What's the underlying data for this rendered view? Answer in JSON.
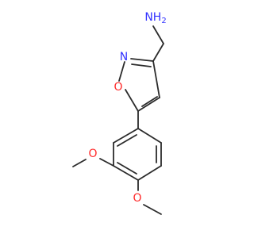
{
  "molecule": {
    "atoms": {
      "amine": {
        "text": "NH2",
        "color": "#3333ff"
      },
      "ring_n": {
        "text": "N",
        "color": "#3333ff"
      },
      "ring_o": {
        "text": "O",
        "color": "#ff2a2a"
      },
      "methoxy_o_upper": {
        "text": "O",
        "color": "#ff2a2a"
      },
      "methoxy_o_lower": {
        "text": "O",
        "color": "#ff2a2a"
      }
    },
    "bond_color": "#2b2b2b"
  }
}
